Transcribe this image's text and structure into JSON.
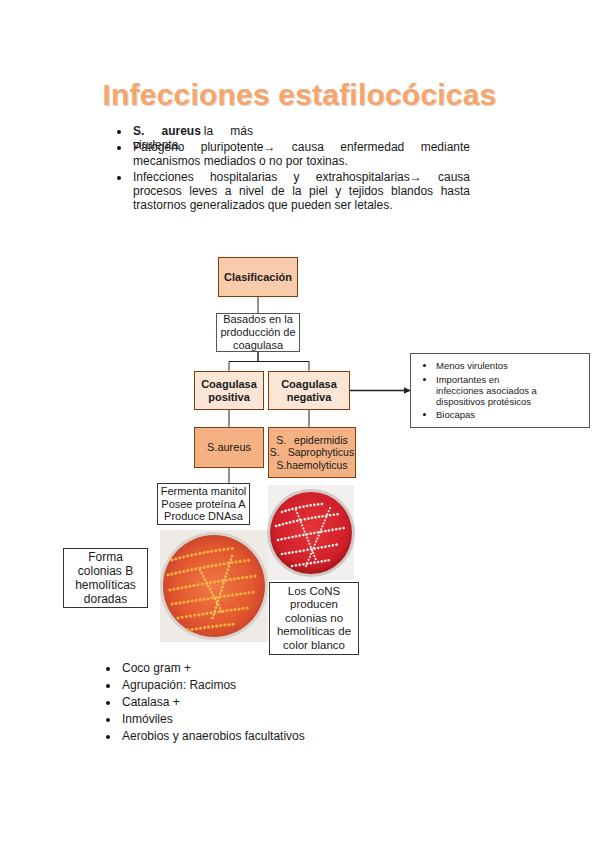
{
  "diagram": {
    "title": "Infecciones estafilocócicas",
    "nodes": [
      {
        "text": [
          "Clasificación"
        ]
      },
      {
        "text": [
          "Basados en la prdoducción de coagulasa"
        ]
      },
      {
        "text": [
          "Coagulasa positiva"
        ]
      },
      {
        "text": [
          "Coagulasa negativa"
        ]
      },
      {
        "text": [
          "S.aureus"
        ]
      },
      {
        "text": [
          "S. epidermidis S. Saprophyticus S.haemolyticus"
        ]
      },
      {
        "text": [
          "Fermenta manitol Posee proteína A Produce DNAsa"
        ]
      },
      {
        "text": [
          "Menos virulentos",
          "Importantes en infecciones asociados a dispositivos protésicos",
          "Biocapas"
        ]
      },
      {
        "text": [
          "Forma colonias B hemolíticas doradas"
        ]
      },
      {
        "text": [
          "Los CoNS producen colonias no hemolíticas de color blanco"
        ]
      }
    ],
    "edges": [
      {
        "from": 0,
        "to": 1,
        "arrow": "none"
      },
      {
        "from": 1,
        "to": 2,
        "arrow": "none"
      },
      {
        "from": 1,
        "to": 3,
        "arrow": "none"
      },
      {
        "from": 2,
        "to": 4,
        "arrow": "none"
      },
      {
        "from": 3,
        "to": 5,
        "arrow": "none"
      },
      {
        "from": 4,
        "to": 6,
        "arrow": "none"
      },
      {
        "from": 3,
        "to": 7,
        "arrow": "to"
      }
    ],
    "labels": [
      "S. aureus",
      "la más virulenta.",
      "Patógeno pluripotente→ causa enfermedad mediante mecanismos mediados o no por toxinas.",
      "Infecciones hospitalarias y extrahospitalarias→ causa procesos leves a nivel de la piel y tejidos blandos hasta trastornos generalizados que pueden ser letales.",
      "Coco gram +",
      "Agrupación: Racimos",
      "Catalasa +",
      "Inmóviles",
      "Aerobios y anaerobios facultativos"
    ]
  }
}
